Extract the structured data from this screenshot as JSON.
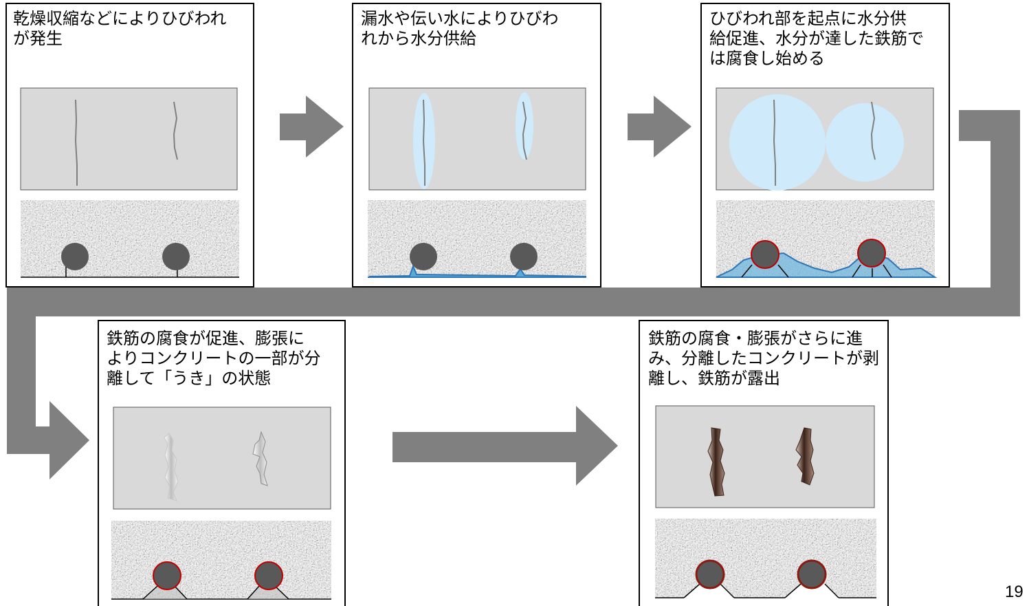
{
  "steps": [
    {
      "caption": "乾燥収縮などによりひびわれ\nが発生"
    },
    {
      "caption": "漏水や伝い水によりひびわ\nれから水分供給"
    },
    {
      "caption": "ひびわれ部を起点に水分供\n給促進、水分が達した鉄筋で\nは腐食し始める"
    },
    {
      "caption": "鉄筋の腐食が促進、膨張に\nよりコンクリートの一部が分\n離して「うき」の状態"
    },
    {
      "caption": "鉄筋の腐食・膨張がさらに進\nみ、分離したコンクリートが剥\n離し、鉄筋が露出"
    }
  ],
  "page_number": "19",
  "colors": {
    "frame": "#000000",
    "concrete_surface": "#d9d9d9",
    "arrow": "#808080",
    "water": "#cfeafb",
    "water_edge": "#2e75b6",
    "rebar": "#595959",
    "rust": "#c00000",
    "rust_dark": "#3b2218"
  },
  "icons": [
    "crack",
    "water-zone",
    "rebar-section",
    "flow-arrow"
  ]
}
